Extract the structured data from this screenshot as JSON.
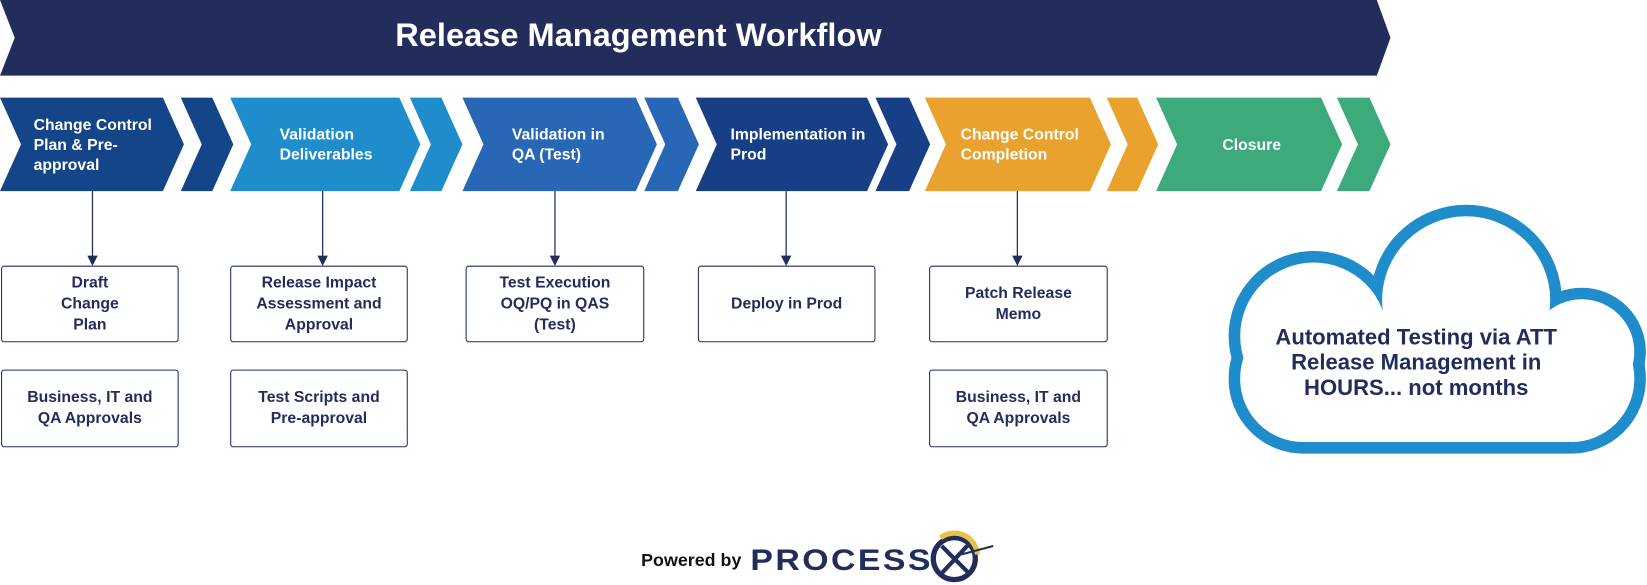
{
  "title": "Release Management Workflow",
  "colors": {
    "navy": "#222d5c",
    "step1": "#144588",
    "step2": "#1f8ccb",
    "step3": "#2867b5",
    "step4": "#173f85",
    "step5": "#e8a22d",
    "step6": "#3daa7c",
    "cloud": "#1f8ccb"
  },
  "steps": [
    {
      "label": "Change Control Plan & Pre-approval"
    },
    {
      "label": "Validation Deliverables"
    },
    {
      "label": "Validation in QA (Test)"
    },
    {
      "label": "Implementation in Prod"
    },
    {
      "label": "Change Control Completion"
    },
    {
      "label": "Closure"
    }
  ],
  "boxes": {
    "b1a": "Draft Change Plan",
    "b1b": "Business, IT and QA Approvals",
    "b2a": "Release Impact Assessment and Approval",
    "b2b": "Test Scripts and Pre-approval",
    "b3a": "Test Execution OQ/PQ in QAS (Test)",
    "b4a": "Deploy in Prod",
    "b5a": "Patch Release Memo",
    "b5b": "Business, IT and QA Approvals"
  },
  "cloud_text": "Automated Testing via ATT Release Management in HOURS... not months",
  "footer": {
    "powered_by": "Powered by",
    "logo_text": "PROCESS X"
  }
}
